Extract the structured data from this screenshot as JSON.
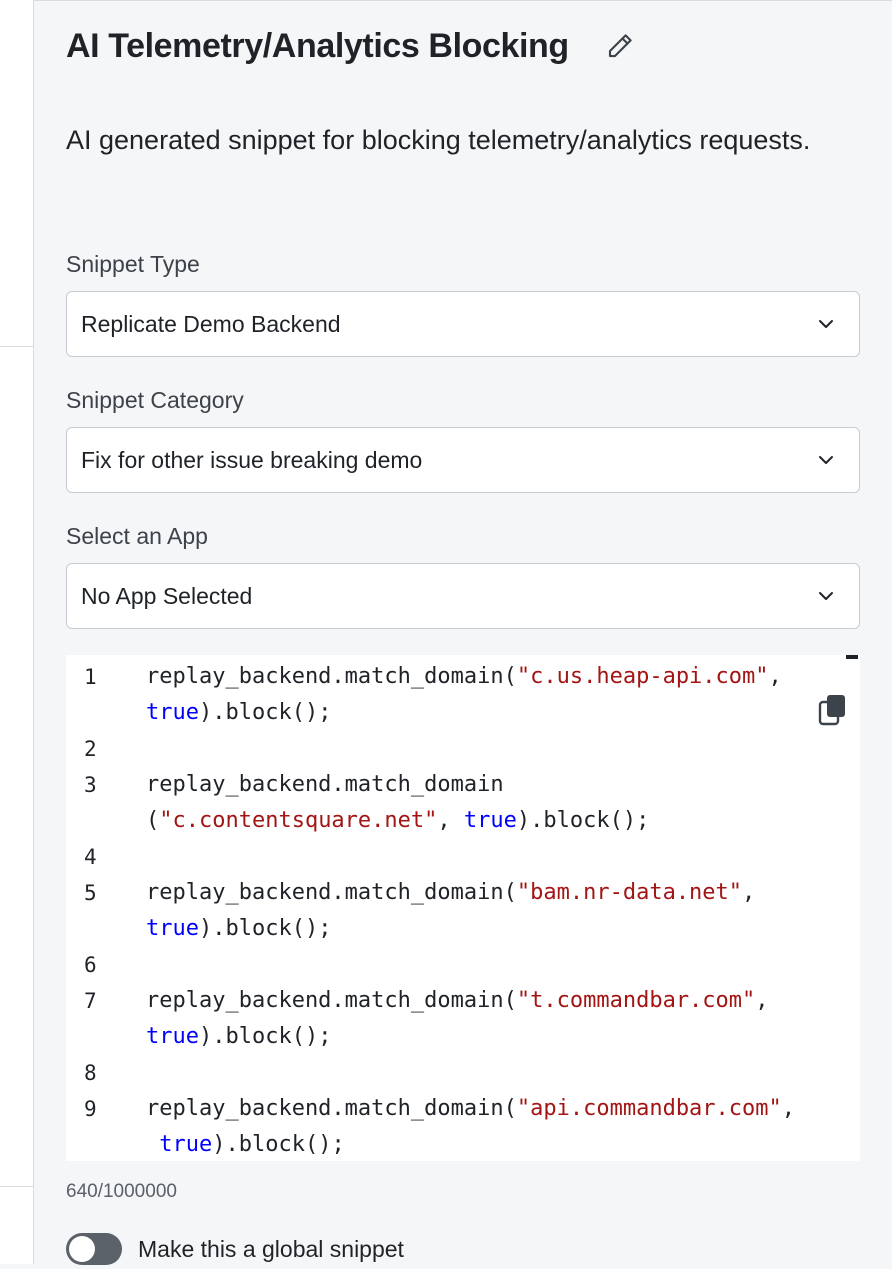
{
  "header": {
    "title": "AI Telemetry/Analytics Blocking",
    "edit_icon": "pencil-icon"
  },
  "description": "AI generated snippet for blocking telemetry/analytics requests.",
  "fields": {
    "snippet_type": {
      "label": "Snippet Type",
      "value": "Replicate Demo Backend"
    },
    "snippet_category": {
      "label": "Snippet Category",
      "value": "Fix for other issue breaking demo"
    },
    "app": {
      "label": "Select an App",
      "value": "No App Selected"
    }
  },
  "editor": {
    "lines": [
      {
        "num": "1",
        "parts": [
          [
            "replay_backend.match_domain(",
            "plain"
          ],
          [
            "\"c.us.heap-api.com\"",
            "str"
          ],
          [
            ",",
            "plain"
          ]
        ]
      },
      {
        "num": "",
        "parts": [
          [
            "true",
            "kw"
          ],
          [
            ").block();",
            "plain"
          ]
        ]
      },
      {
        "num": "2",
        "parts": []
      },
      {
        "num": "3",
        "parts": [
          [
            "replay_backend.match_domain",
            "plain"
          ]
        ]
      },
      {
        "num": "",
        "parts": [
          [
            "(",
            "plain"
          ],
          [
            "\"c.contentsquare.net\"",
            "str"
          ],
          [
            ", ",
            "plain"
          ],
          [
            "true",
            "kw"
          ],
          [
            ").block();",
            "plain"
          ]
        ]
      },
      {
        "num": "4",
        "parts": []
      },
      {
        "num": "5",
        "parts": [
          [
            "replay_backend.match_domain(",
            "plain"
          ],
          [
            "\"bam.nr-data.net\"",
            "str"
          ],
          [
            ",",
            "plain"
          ]
        ]
      },
      {
        "num": "",
        "parts": [
          [
            "true",
            "kw"
          ],
          [
            ").block();",
            "plain"
          ]
        ]
      },
      {
        "num": "6",
        "parts": []
      },
      {
        "num": "7",
        "parts": [
          [
            "replay_backend.match_domain(",
            "plain"
          ],
          [
            "\"t.commandbar.com\"",
            "str"
          ],
          [
            ",",
            "plain"
          ]
        ]
      },
      {
        "num": "",
        "parts": [
          [
            "true",
            "kw"
          ],
          [
            ").block();",
            "plain"
          ]
        ]
      },
      {
        "num": "8",
        "parts": []
      },
      {
        "num": "9",
        "parts": [
          [
            "replay_backend.match_domain(",
            "plain"
          ],
          [
            "\"api.commandbar.com\"",
            "str"
          ],
          [
            ",",
            "plain"
          ]
        ]
      },
      {
        "num": "",
        "parts": [
          [
            " true",
            "kw"
          ],
          [
            ").block();",
            "plain"
          ]
        ]
      }
    ],
    "copy_icon": "copy-icon"
  },
  "counter": "640/1000000",
  "global_toggle": {
    "label": "Make this a global snippet",
    "on": false
  }
}
